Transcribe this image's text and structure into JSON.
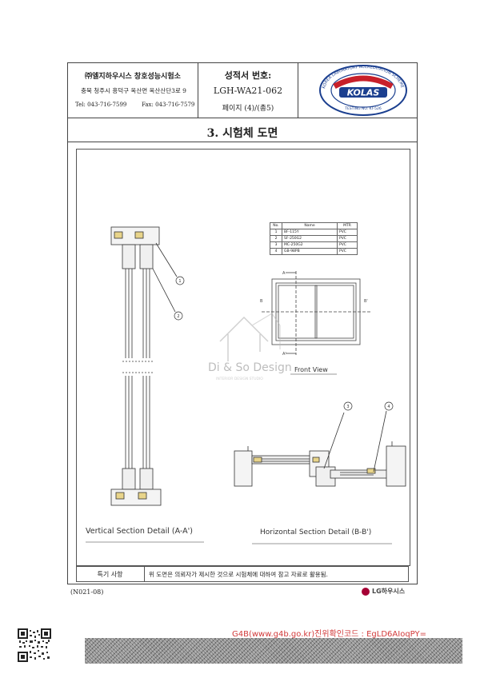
{
  "header": {
    "org_name": "㈜엘지하우시스 창호성능시험소",
    "address": "충북 청주시 흥덕구 옥산면 옥산산단3로 9",
    "tel": "Tel: 043-716-7599",
    "fax": "Fax: 043-716-7579",
    "report_label": "성적서 번호:",
    "report_no": "LGH-WA21-062",
    "page_label": "페이지 (4)/(총5)",
    "kolas_text": "KOLAS",
    "kolas_ring": "KOREA LABORATORY ACCREDITATION SCHEME",
    "kolas_testing": "TESTING NO. KT-526"
  },
  "section_title": "3. 시험체 도면",
  "parts_table": {
    "headers": [
      "No.",
      "Name",
      "MTR"
    ],
    "rows": [
      [
        "1",
        "BF-115Y",
        "PVC"
      ],
      [
        "2",
        "SF-250G2",
        "PVC"
      ],
      [
        "3",
        "MC-250G2",
        "PVC"
      ],
      [
        "4",
        "GB-98PB",
        "PVC"
      ]
    ]
  },
  "drawing": {
    "front_view": "Front View",
    "vertical_caption": "Vertical Section Detail (A-A')",
    "horizontal_caption": "Horizontal Section Detail (B-B')",
    "callouts": [
      "1",
      "2",
      "3",
      "4"
    ],
    "section_marks": [
      "A",
      "A'",
      "B",
      "B'"
    ]
  },
  "watermark": {
    "brand": "Di & So Design",
    "tagline": "INTERIOR DESIGN STUDIO"
  },
  "remarks": {
    "label": "특기 사항",
    "text": "위 도면은 의뢰자가 제시한 것으로 시험체에 대하여 참고 자료로 활용됨."
  },
  "footer": {
    "form_code": "(N021-08)",
    "lg_brand": "LG하우시스",
    "g4b_text": "G4B(www.g4b.go.kr)진위확인코드 : EgLD6AIoqPY="
  },
  "colors": {
    "g4b_red": "#d23a3a",
    "kolas_blue": "#1b3f8f",
    "kolas_red": "#c8202a",
    "lg_red": "#a50034"
  }
}
